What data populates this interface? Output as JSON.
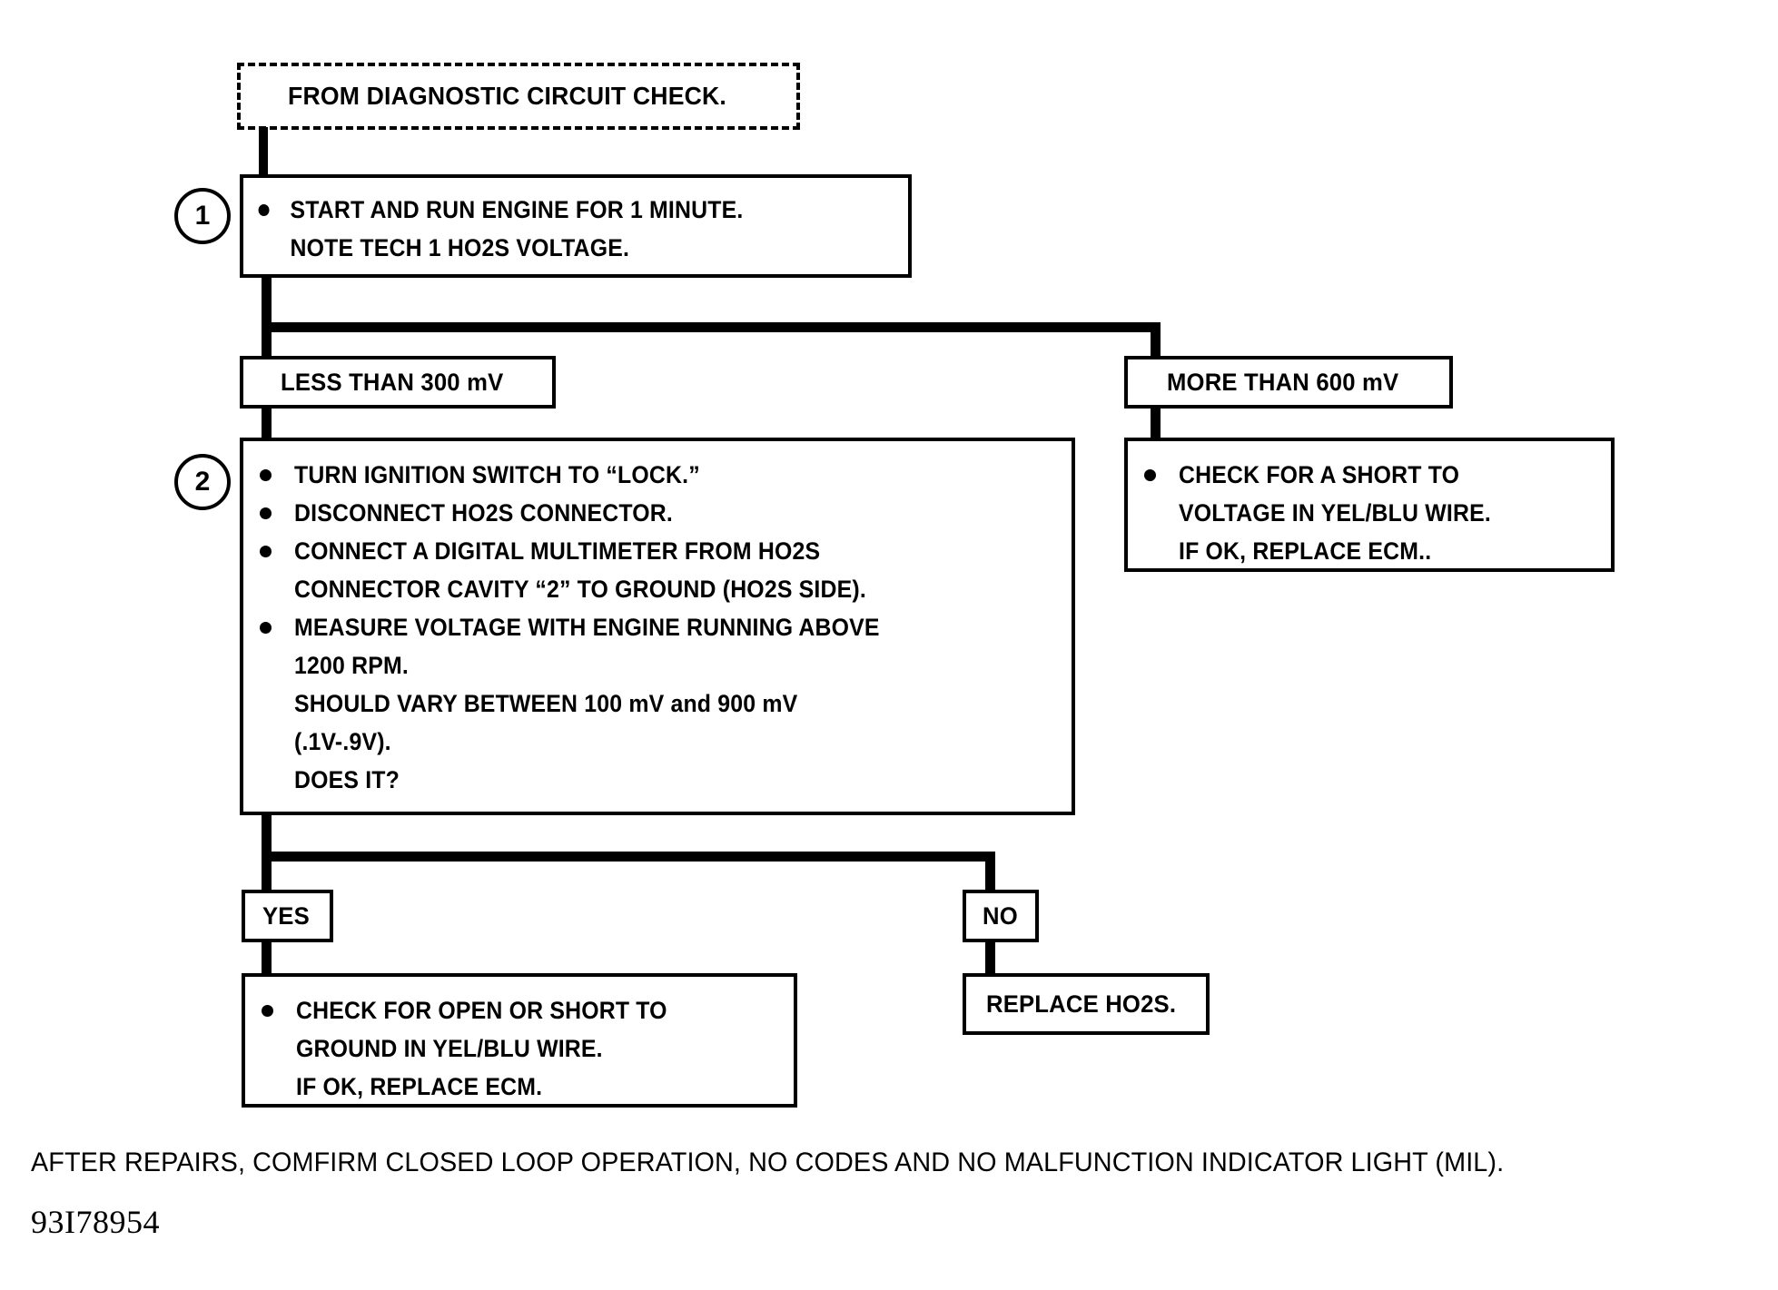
{
  "document": {
    "type": "diagnostic-flowchart",
    "footer_note": "AFTER REPAIRS, COMFIRM CLOSED LOOP OPERATION, NO CODES AND NO MALFUNCTION INDICATOR LIGHT (MIL).",
    "figure_id": "93I78954",
    "ink_color": "#000000",
    "background_color": "#ffffff"
  },
  "entry": {
    "label": "FROM DIAGNOSTIC CIRCUIT CHECK.",
    "style": "dashed"
  },
  "step1": {
    "number": "1",
    "lines": [
      "START AND RUN ENGINE FOR 1 MINUTE.",
      "NOTE TECH 1 HO2S VOLTAGE."
    ]
  },
  "branch1": {
    "left_label": "LESS THAN 300 mV",
    "right_label": "MORE THAN 600 mV"
  },
  "step2": {
    "number": "2",
    "bullets": [
      {
        "text": "TURN IGNITION SWITCH TO “LOCK.”",
        "continuations": []
      },
      {
        "text": "DISCONNECT HO2S CONNECTOR.",
        "continuations": []
      },
      {
        "text": "CONNECT A DIGITAL MULTIMETER FROM HO2S",
        "continuations": [
          "CONNECTOR CAVITY “2” TO GROUND (HO2S SIDE)."
        ]
      },
      {
        "text": "MEASURE VOLTAGE WITH ENGINE RUNNING ABOVE",
        "continuations": [
          "1200 RPM.",
          "SHOULD VARY BETWEEN 100 mV and 900 mV",
          "(.1V-.9V).",
          "DOES IT?"
        ]
      }
    ]
  },
  "right_action": {
    "bullets": [
      {
        "text": "CHECK FOR A SHORT TO",
        "continuations": [
          "VOLTAGE IN YEL/BLU WIRE.",
          "IF OK, REPLACE ECM.."
        ]
      }
    ]
  },
  "branch2": {
    "yes_label": "YES",
    "no_label": "NO"
  },
  "yes_action": {
    "bullets": [
      {
        "text": "CHECK FOR OPEN OR SHORT TO",
        "continuations": [
          "GROUND IN YEL/BLU WIRE.",
          "IF OK, REPLACE ECM."
        ]
      }
    ]
  },
  "no_action": {
    "label": "REPLACE HO2S."
  }
}
